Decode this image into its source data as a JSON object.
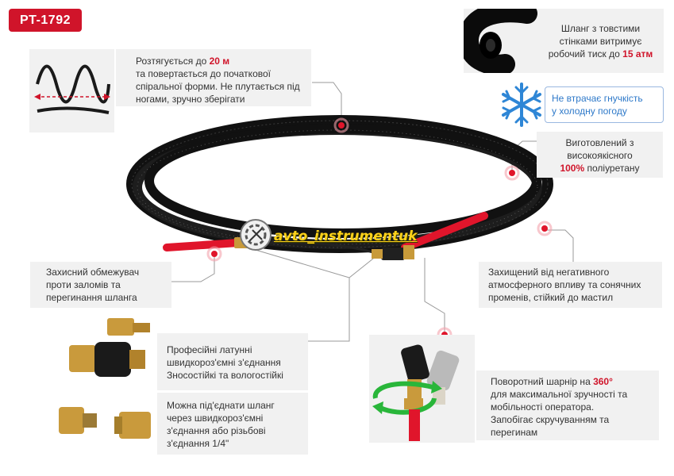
{
  "badge": {
    "model": "PT-1792"
  },
  "features": {
    "stretch": {
      "prefix": "Розтягується до ",
      "highlight": "20 м",
      "rest": "та повертається до початкової спіральної форми. Не плутається під ногами, зручно зберігати"
    },
    "thick_walls": {
      "line1": "Шланг з товстими",
      "line2": "стінками витримує",
      "line3_prefix": "робочий тиск до ",
      "highlight": "15 атм"
    },
    "cold": {
      "line1": "Не втрачає гнучкість",
      "line2": "у холодну погоду"
    },
    "polyurethane": {
      "line1": "Виготовлений з",
      "line2": "високоякісного",
      "highlight": "100%",
      "line3_rest": " поліуретану"
    },
    "protector": {
      "line1": "Захисний обмежувач",
      "line2": "проти заломів та",
      "line3": "перегинання шланга"
    },
    "weather": {
      "line1": "Захищений від негативного",
      "line2": "атмосферного впливу та сонячних",
      "line3": "променів, стійкий до мастил"
    },
    "brass": {
      "line1": "Професійні латунні",
      "line2": "швидкороз'ємні з'єднання",
      "line3": "Зносостійкі та вологостійкі"
    },
    "connect": {
      "line1": "Можна під'єднати шланг",
      "line2": "через швидкороз'ємні",
      "line3": "з'єднання або різьбові",
      "line4": "з'єднання 1/4\""
    },
    "swivel": {
      "line1_prefix": "Поворотний шарнір на ",
      "highlight": "360°",
      "line2": "для максимальної зручності та",
      "line3": "мобільності оператора.",
      "line4": "Запобігає скручуванням та",
      "line5": "перегинам"
    }
  },
  "watermark": {
    "text": "avto_instrumentuk"
  },
  "colors": {
    "accent": "#d0142a",
    "panel": "#f1f1f1",
    "blue": "#2e79c9"
  },
  "icons": [
    "wave-spring-icon",
    "hose-cross-section-icon",
    "snowflake-icon",
    "brass-fitting-icon",
    "swivel-joint-icon"
  ]
}
